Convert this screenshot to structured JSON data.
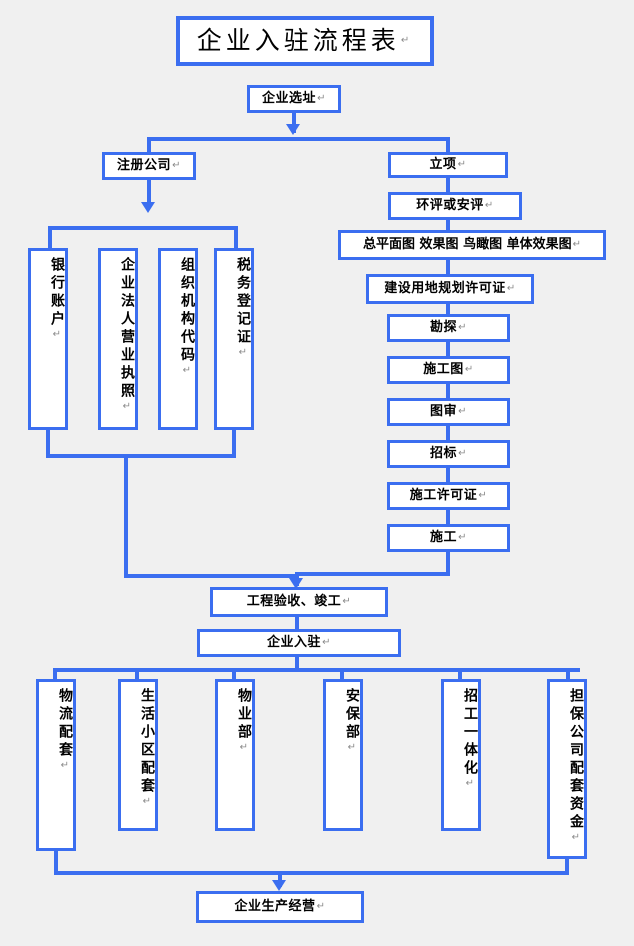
{
  "diagram": {
    "title": "企业入驻流程表",
    "pilcrow": "↵",
    "accent_color": "#3b6ef0",
    "background_color": "#f0f0f0",
    "box_fill": "#ffffff",
    "text_color": "#000000"
  },
  "nodes": {
    "title": "企业入驻流程表",
    "site_selection": "企业选址",
    "register_company": "注册公司",
    "bank_account": "银行账户",
    "business_license": "企业法人营业执照",
    "org_code": "组织机构代码",
    "tax_registration": "税务登记证",
    "project_approval": "立项",
    "env_safety_review": "环评或安评",
    "drawings": "总平面图 效果图 鸟瞰图 单体效果图",
    "land_permit": "建设用地规划许可证",
    "survey": "勘探",
    "construction_drawing": "施工图",
    "drawing_review": "图审",
    "tender": "招标",
    "construction_permit": "施工许可证",
    "construction": "施工",
    "acceptance": "工程验收、竣工",
    "enterprise_settle": "企业入驻",
    "logistics": "物流配套",
    "living_area": "生活小区配套",
    "property_dept": "物业部",
    "security_dept": "安保部",
    "recruitment": "招工一体化",
    "guarantee_fund": "担保公司配套资金",
    "production": "企业生产经营"
  }
}
